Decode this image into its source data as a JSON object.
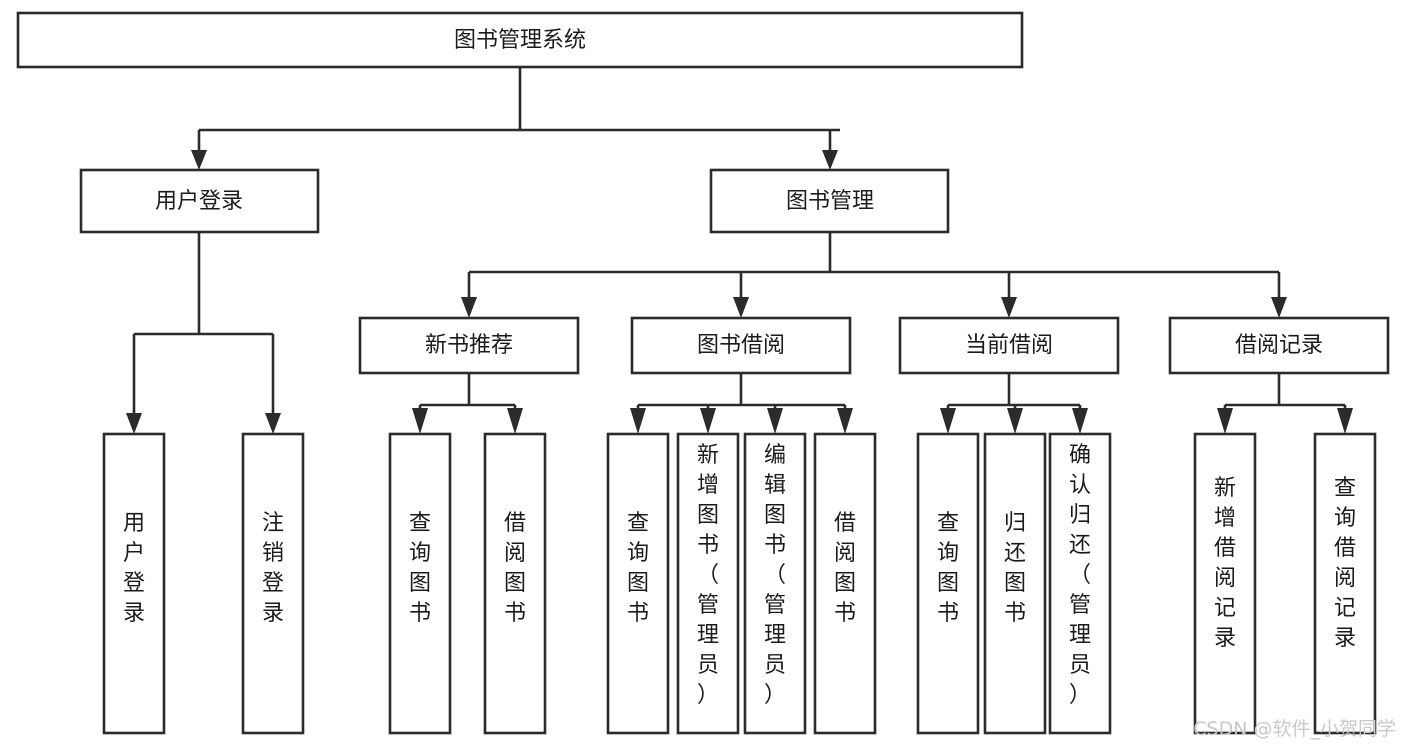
{
  "diagram": {
    "title": "图书管理系统",
    "type": "hierarchy-tree",
    "orientation": "top-down",
    "colors": {
      "box_stroke": "#2b2b2b",
      "box_fill": "#ffffff",
      "text": "#1b1b1b",
      "canvas": "#ffffff",
      "watermark": "#c9c9c9"
    },
    "levels": {
      "level1": [
        {
          "id": "root",
          "label": "图书管理系统",
          "text_orientation": "horizontal"
        }
      ],
      "level2": [
        {
          "id": "user-login",
          "label": "用户登录",
          "text_orientation": "horizontal"
        },
        {
          "id": "book-manage",
          "label": "图书管理",
          "text_orientation": "horizontal"
        }
      ],
      "level3": [
        {
          "id": "new-book-rec",
          "label": "新书推荐",
          "text_orientation": "horizontal"
        },
        {
          "id": "book-borrow",
          "label": "图书借阅",
          "text_orientation": "horizontal"
        },
        {
          "id": "current-borrow",
          "label": "当前借阅",
          "text_orientation": "horizontal"
        },
        {
          "id": "borrow-record",
          "label": "借阅记录",
          "text_orientation": "horizontal"
        }
      ],
      "level4": [
        {
          "id": "leaf-user-login",
          "parent": "user-login",
          "label": "用户登录",
          "chars": [
            "用",
            "户",
            "登",
            "录"
          ],
          "text_orientation": "vertical",
          "align": "middle"
        },
        {
          "id": "leaf-user-logout",
          "parent": "user-login",
          "label": "注销登录",
          "chars": [
            "注",
            "销",
            "登",
            "录"
          ],
          "text_orientation": "vertical",
          "align": "middle"
        },
        {
          "id": "leaf-rec-query-book",
          "parent": "new-book-rec",
          "label": "查询图书",
          "chars": [
            "查",
            "询",
            "图",
            "书"
          ],
          "text_orientation": "vertical",
          "align": "middle"
        },
        {
          "id": "leaf-rec-borrow-book",
          "parent": "new-book-rec",
          "label": "借阅图书",
          "chars": [
            "借",
            "阅",
            "图",
            "书"
          ],
          "text_orientation": "vertical",
          "align": "middle"
        },
        {
          "id": "leaf-borrow-query-book",
          "parent": "book-borrow",
          "label": "查询图书",
          "chars": [
            "查",
            "询",
            "图",
            "书"
          ],
          "text_orientation": "vertical",
          "align": "middle"
        },
        {
          "id": "leaf-borrow-add-book",
          "parent": "book-borrow",
          "label": "新增图书（管理员）",
          "chars": [
            "新",
            "增",
            "图",
            "书",
            "（",
            "管",
            "理",
            "员",
            "）"
          ],
          "text_orientation": "vertical",
          "align": "top"
        },
        {
          "id": "leaf-borrow-edit-book",
          "parent": "book-borrow",
          "label": "编辑图书（管理员）",
          "chars": [
            "编",
            "辑",
            "图",
            "书",
            "（",
            "管",
            "理",
            "员",
            "）"
          ],
          "text_orientation": "vertical",
          "align": "top"
        },
        {
          "id": "leaf-borrow-borrow-book",
          "parent": "book-borrow",
          "label": "借阅图书",
          "chars": [
            "借",
            "阅",
            "图",
            "书"
          ],
          "text_orientation": "vertical",
          "align": "middle"
        },
        {
          "id": "leaf-current-query-book",
          "parent": "current-borrow",
          "label": "查询图书",
          "chars": [
            "查",
            "询",
            "图",
            "书"
          ],
          "text_orientation": "vertical",
          "align": "middle"
        },
        {
          "id": "leaf-current-return-book",
          "parent": "current-borrow",
          "label": "归还图书",
          "chars": [
            "归",
            "还",
            "图",
            "书"
          ],
          "text_orientation": "vertical",
          "align": "middle"
        },
        {
          "id": "leaf-current-confirm-return",
          "parent": "current-borrow",
          "label": "确认归还（管理员）",
          "chars": [
            "确",
            "认",
            "归",
            "还",
            "（",
            "管",
            "理",
            "员",
            "）"
          ],
          "text_orientation": "vertical",
          "align": "top"
        },
        {
          "id": "leaf-record-add",
          "parent": "borrow-record",
          "label": "新增借阅记录",
          "chars": [
            "新",
            "增",
            "借",
            "阅",
            "记",
            "录"
          ],
          "text_orientation": "vertical",
          "align": "middle"
        },
        {
          "id": "leaf-record-query",
          "parent": "borrow-record",
          "label": "查询借阅记录",
          "chars": [
            "查",
            "询",
            "借",
            "阅",
            "记",
            "录"
          ],
          "text_orientation": "vertical",
          "align": "middle"
        }
      ]
    }
  },
  "watermark": {
    "text": "CSDN @软件_小贺同学"
  }
}
